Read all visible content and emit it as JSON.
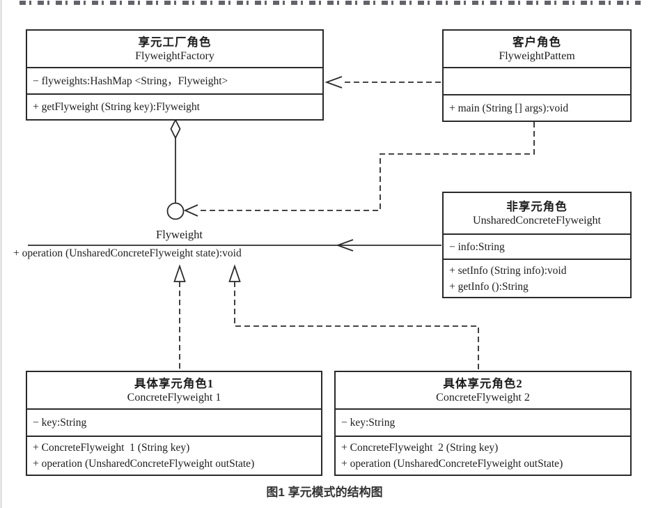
{
  "colors": {
    "line": "#2a2a2a",
    "caption_text": "#333333",
    "page_border": "#b9b9b9",
    "box_fill": "#ffffff"
  },
  "caption": "图1 享元模式的结构图",
  "interface": {
    "name": "Flyweight",
    "operation": "+ operation (UnsharedConcreteFlyweight state):void"
  },
  "classes": {
    "factory": {
      "title_cn": "享元工厂角色",
      "title_en": "FlyweightFactory",
      "attr1": "− flyweights:HashMap <String，Flyweight>",
      "method1": "+ getFlyweight (String key):Flyweight"
    },
    "client": {
      "title_cn": "客户角色",
      "title_en": "FlyweightPattem",
      "attr_empty": "",
      "method1": "+ main (String [] args):void"
    },
    "unshared": {
      "title_cn": "非享元角色",
      "title_en": "UnsharedConcreteFlyweight",
      "attr1": "− info:String",
      "method1": "+ setInfo (String info):void",
      "method2": "+ getInfo ():String"
    },
    "concrete1": {
      "title_cn": "具体享元角色1",
      "title_en": "ConcreteFlyweight  1",
      "attr1": "− key:String",
      "method1": "+ ConcreteFlyweight  1 (String key)",
      "method2": "+ operation (UnsharedConcreteFlyweight outState)"
    },
    "concrete2": {
      "title_cn": "具体享元角色2",
      "title_en": "ConcreteFlyweight  2",
      "attr1": "− key:String",
      "method1": "+ ConcreteFlyweight  2 (String key)",
      "method2": "+ operation (UnsharedConcreteFlyweight outState)"
    }
  }
}
